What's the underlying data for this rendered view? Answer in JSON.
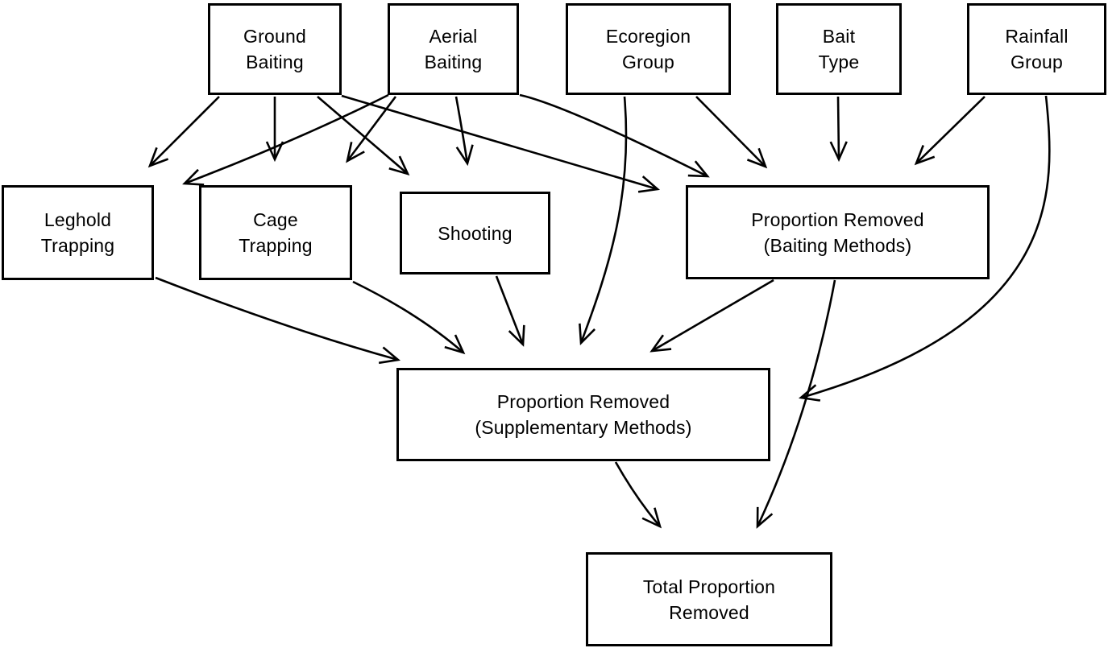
{
  "diagram": {
    "type": "directed-acyclic-graph",
    "colors": {
      "background": "#ffffff",
      "line": "#000000",
      "text": "#000000"
    },
    "nodes": [
      {
        "id": "ground-baiting",
        "label": "Ground\nBaiting"
      },
      {
        "id": "aerial-baiting",
        "label": "Aerial\nBaiting"
      },
      {
        "id": "ecoregion-group",
        "label": "Ecoregion\nGroup"
      },
      {
        "id": "bait-type",
        "label": "Bait\nType"
      },
      {
        "id": "rainfall-group",
        "label": "Rainfall\nGroup"
      },
      {
        "id": "leghold-trapping",
        "label": "Leghold\nTrapping"
      },
      {
        "id": "cage-trapping",
        "label": "Cage\nTrapping"
      },
      {
        "id": "shooting",
        "label": "Shooting"
      },
      {
        "id": "proportion-removed-baiting",
        "label": "Proportion Removed\n(Baiting Methods)"
      },
      {
        "id": "proportion-removed-supplementary",
        "label": "Proportion Removed\n(Supplementary Methods)"
      },
      {
        "id": "total-proportion-removed",
        "label": "Total Proportion\nRemoved"
      }
    ],
    "edges": [
      {
        "from": "ground-baiting",
        "to": "leghold-trapping"
      },
      {
        "from": "ground-baiting",
        "to": "cage-trapping"
      },
      {
        "from": "ground-baiting",
        "to": "shooting"
      },
      {
        "from": "ground-baiting",
        "to": "proportion-removed-baiting"
      },
      {
        "from": "aerial-baiting",
        "to": "leghold-trapping"
      },
      {
        "from": "aerial-baiting",
        "to": "cage-trapping"
      },
      {
        "from": "aerial-baiting",
        "to": "shooting"
      },
      {
        "from": "aerial-baiting",
        "to": "proportion-removed-baiting"
      },
      {
        "from": "ecoregion-group",
        "to": "proportion-removed-baiting"
      },
      {
        "from": "ecoregion-group",
        "to": "proportion-removed-supplementary"
      },
      {
        "from": "bait-type",
        "to": "proportion-removed-baiting"
      },
      {
        "from": "rainfall-group",
        "to": "proportion-removed-baiting"
      },
      {
        "from": "rainfall-group",
        "to": "proportion-removed-supplementary"
      },
      {
        "from": "leghold-trapping",
        "to": "proportion-removed-supplementary"
      },
      {
        "from": "cage-trapping",
        "to": "proportion-removed-supplementary"
      },
      {
        "from": "shooting",
        "to": "proportion-removed-supplementary"
      },
      {
        "from": "proportion-removed-baiting",
        "to": "proportion-removed-supplementary"
      },
      {
        "from": "proportion-removed-baiting",
        "to": "total-proportion-removed"
      },
      {
        "from": "proportion-removed-supplementary",
        "to": "total-proportion-removed"
      }
    ]
  }
}
